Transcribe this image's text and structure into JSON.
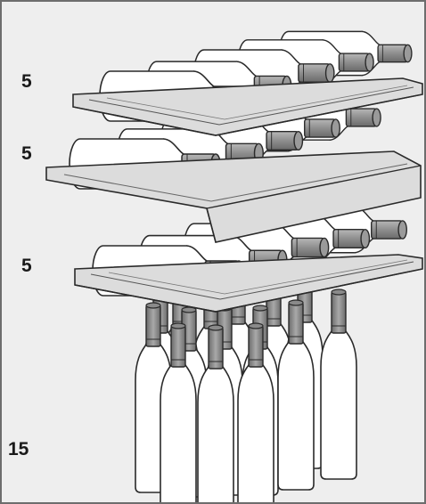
{
  "counts": {
    "shelf_top": "5",
    "shelf_middle": "5",
    "shelf_lower": "5",
    "standing": "15"
  },
  "colors": {
    "background": "#eeeeee",
    "outline": "#2a2a2a",
    "bottle_body": "#ffffff",
    "bottle_neck": "#8e8e8e",
    "shelf": "#dcdcdc",
    "frame": "#6d6d6d"
  }
}
